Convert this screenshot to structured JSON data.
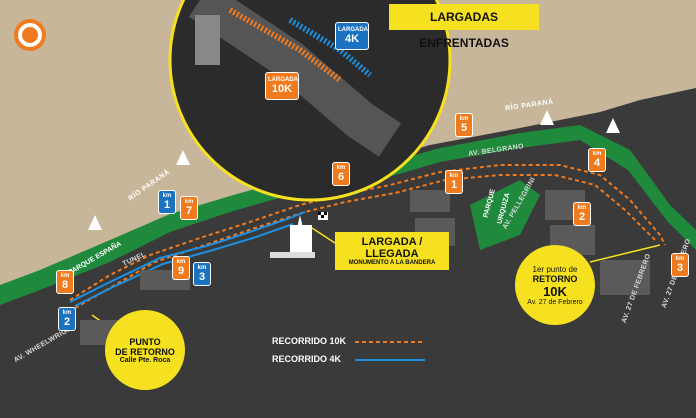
{
  "title_banner": "LARGADAS ENFRENTADAS",
  "inset": {
    "start_4k_label": "LARGADA",
    "start_4k_dist": "4K",
    "start_10k_label": "LARGADA",
    "start_10k_dist": "10K"
  },
  "start_finish": {
    "title": "LARGADA / LLEGADA",
    "subtitle": "MONUMENTO A LA BANDERA"
  },
  "return_4k": {
    "title_line1": "PUNTO",
    "title_line2": "DE RETORNO",
    "street": "Calle Pte. Roca"
  },
  "return_10k": {
    "line1": "1er punto de",
    "line2": "RETORNO",
    "dist": "10K",
    "street": "Av. 27 de Febrero"
  },
  "legend": {
    "route_10k": "RECORRIDO 10K",
    "route_4k": "RECORRIDO 4K"
  },
  "colors": {
    "route_10k": "#f07a1e",
    "route_4k": "#1e8fe0",
    "callout": "#f5e11f",
    "park": "#1f8a3c",
    "river": "#c8b69a",
    "city": "#3a3a3a"
  },
  "streets": {
    "av_belgrano": "AV. BELGRANO",
    "av_pellegrini": "AV. PELLEGRINI",
    "av_27_febrero_a": "AV. 27 DE FEBRERO",
    "av_27_febrero_b": "AV. 27 DE FEBRERO",
    "av_wheelwright": "AV. WHEELWRIGHT",
    "tunel": "TUNEL"
  },
  "water": {
    "rio_parana_1": "RÍO PARANÁ",
    "rio_parana_2": "RÍO PARANÁ"
  },
  "parks": {
    "parque_espana": "PARQUE ESPAÑA",
    "parque_urquiza_1": "PARQUE",
    "parque_urquiza_2": "URQUIZA"
  },
  "km_markers": [
    {
      "label": "km",
      "num": "1",
      "route": "4K",
      "icon": "km-marker-blue"
    },
    {
      "label": "km",
      "num": "7",
      "route": "10K",
      "icon": "km-marker-orange"
    },
    {
      "label": "km",
      "num": "8",
      "route": "10K",
      "icon": "km-marker-orange"
    },
    {
      "label": "km",
      "num": "2",
      "route": "4K",
      "icon": "km-marker-blue"
    },
    {
      "label": "km",
      "num": "9",
      "route": "10K",
      "icon": "km-marker-orange"
    },
    {
      "label": "km",
      "num": "3",
      "route": "4K",
      "icon": "km-marker-blue"
    },
    {
      "label": "km",
      "num": "6",
      "route": "10K",
      "icon": "km-marker-orange"
    },
    {
      "label": "km",
      "num": "5",
      "route": "10K",
      "icon": "km-marker-orange"
    },
    {
      "label": "km",
      "num": "1",
      "route": "10K",
      "icon": "km-marker-orange"
    },
    {
      "label": "km",
      "num": "4",
      "route": "10K",
      "icon": "km-marker-orange"
    },
    {
      "label": "km",
      "num": "2",
      "route": "10K",
      "icon": "km-marker-orange"
    },
    {
      "label": "km",
      "num": "3",
      "route": "10K",
      "icon": "km-marker-orange"
    }
  ],
  "logo": "event-logo"
}
